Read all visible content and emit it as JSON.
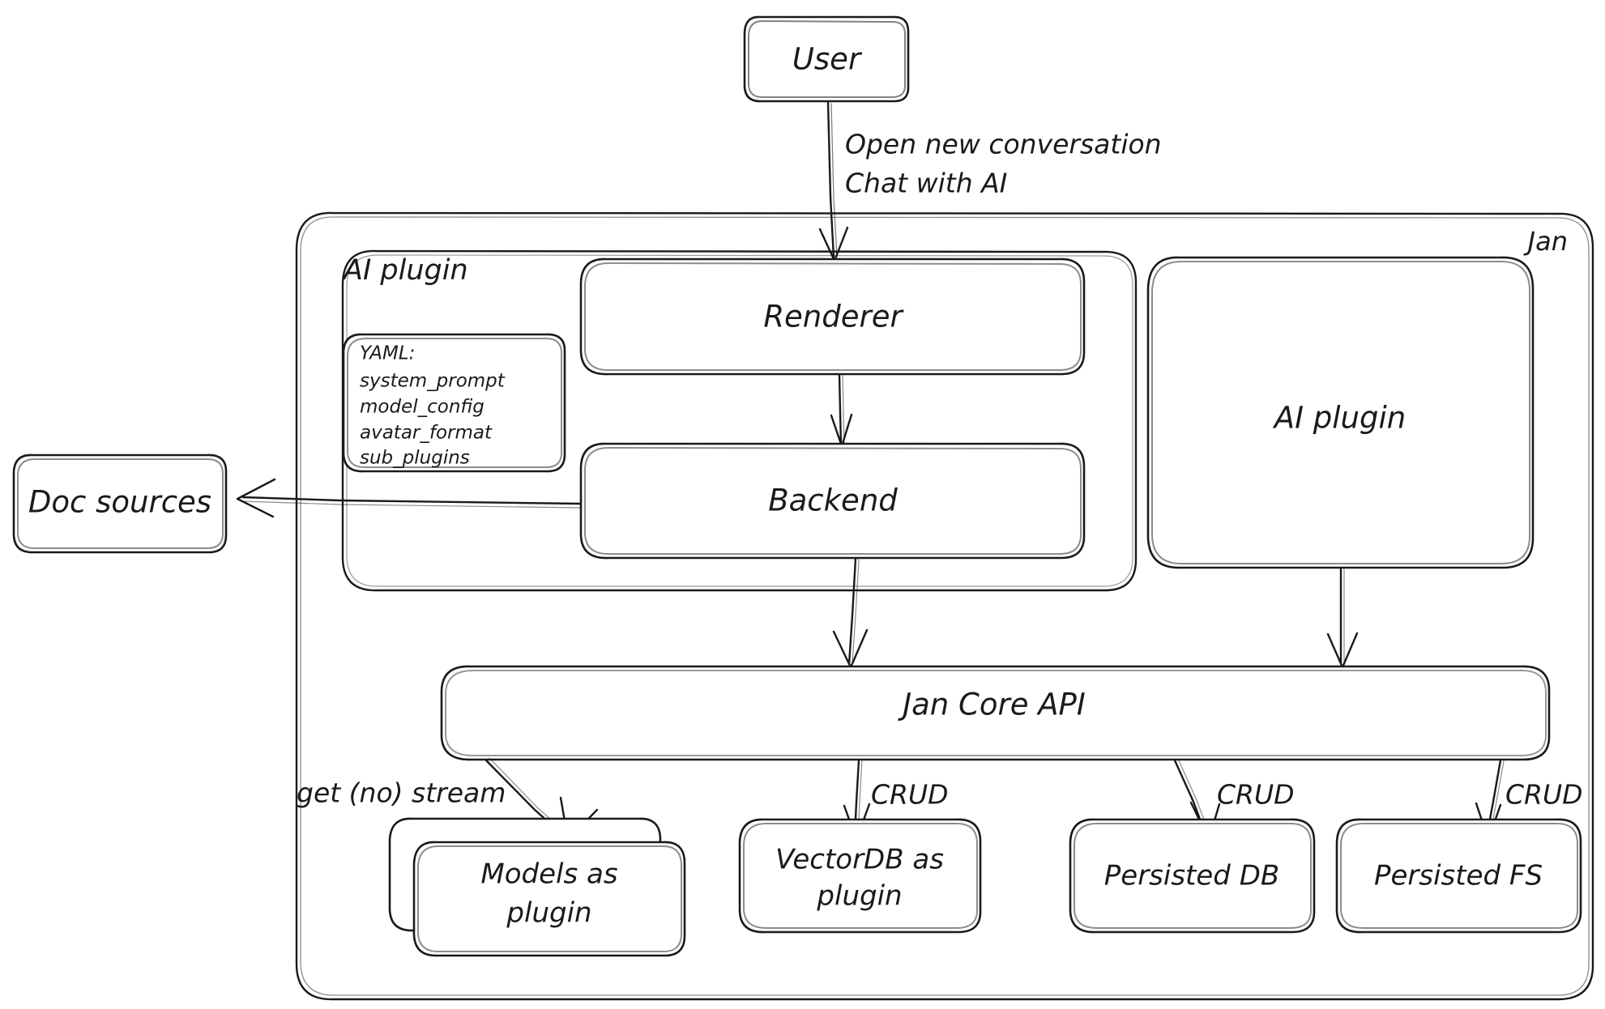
{
  "diagram": {
    "title": "Jan architecture diagram",
    "style": "hand-drawn",
    "stroke_color": "#1a1a1a",
    "background_color": "#ffffff"
  },
  "containers": {
    "jan": {
      "label": "Jan"
    },
    "ai_plugin_group": {
      "label": "AI plugin"
    }
  },
  "nodes": {
    "user": {
      "label": "User"
    },
    "renderer": {
      "label": "Renderer"
    },
    "backend": {
      "label": "Backend"
    },
    "ai_plugin_right": {
      "label": "AI plugin"
    },
    "doc_sources": {
      "label": "Doc sources"
    },
    "jan_core_api": {
      "label": "Jan Core API"
    },
    "models_plugin": {
      "label_line1": "Models as",
      "label_line2": "plugin"
    },
    "vectordb_plugin": {
      "label_line1": "VectorDB as",
      "label_line2": "plugin"
    },
    "persisted_db": {
      "label": "Persisted DB"
    },
    "persisted_fs": {
      "label": "Persisted FS"
    }
  },
  "yaml_card": {
    "title": "YAML:",
    "keys": [
      "system_prompt",
      "model_config",
      "avatar_format",
      "sub_plugins"
    ]
  },
  "edge_labels": {
    "user_to_renderer_line1": "Open new conversation",
    "user_to_renderer_line2": "Chat with AI",
    "api_to_models": "get (no) stream",
    "api_to_vectordb": "CRUD",
    "api_to_persisted_db": "CRUD",
    "api_to_persisted_fs": "CRUD"
  }
}
